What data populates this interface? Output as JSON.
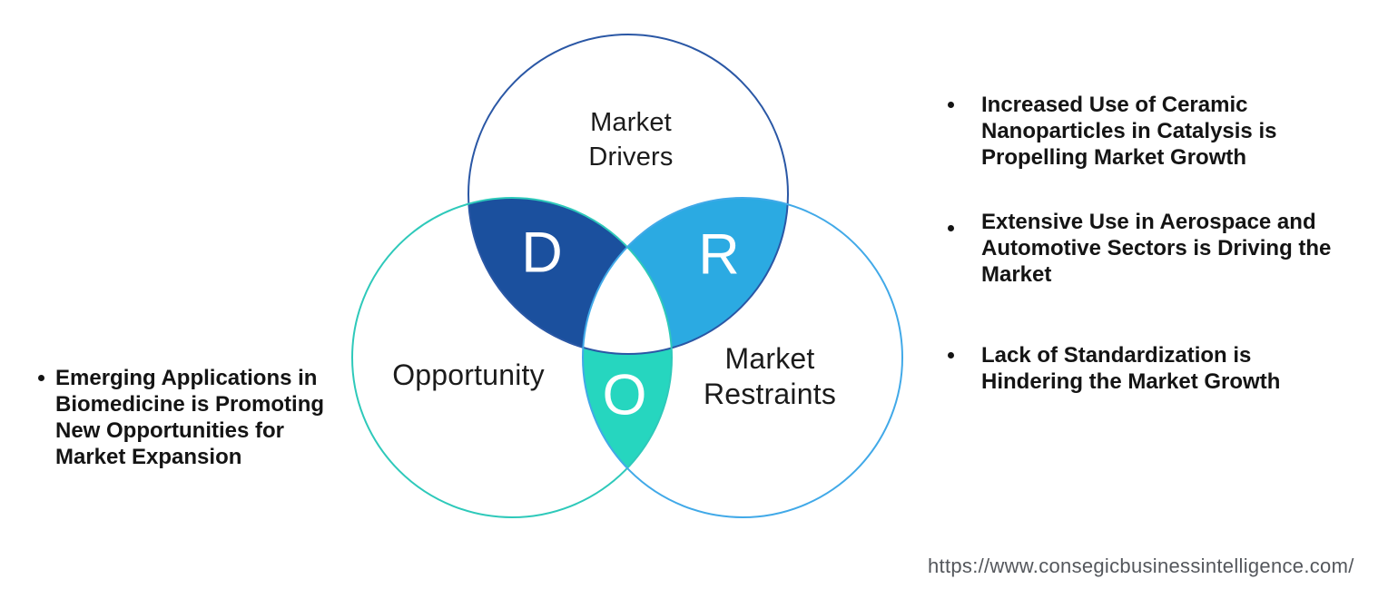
{
  "venn": {
    "drivers": {
      "label": "Market\nDrivers",
      "letter": "D"
    },
    "opportunity": {
      "label": "Opportunity",
      "letter": "O"
    },
    "restraints": {
      "label": "Market\nRestraints",
      "letter": "R"
    },
    "colors": {
      "drivers_stroke": "#2A57A5",
      "opportunity_stroke": "#2EC9BA",
      "restraints_stroke": "#41A9E8",
      "d_fill": "#1B509E",
      "o_fill": "#26D6BF",
      "r_fill": "#2BAAE2",
      "center_fill": "#FFFFFF"
    }
  },
  "left_bullets": [
    {
      "text": "Emerging Applications in\nBiomedicine is Promoting\nNew Opportunities for\nMarket Expansion"
    }
  ],
  "right_bullets": [
    {
      "text": "Increased Use of Ceramic\nNanoparticles in Catalysis is\nPropelling Market Growth"
    },
    {
      "text": "Extensive Use in Aerospace and\nAutomotive Sectors is Driving the\nMarket"
    },
    {
      "text": "Lack of Standardization is\nHindering the Market Growth"
    }
  ],
  "footer": {
    "url": "https://www.consegicbusinessintelligence.com/"
  }
}
